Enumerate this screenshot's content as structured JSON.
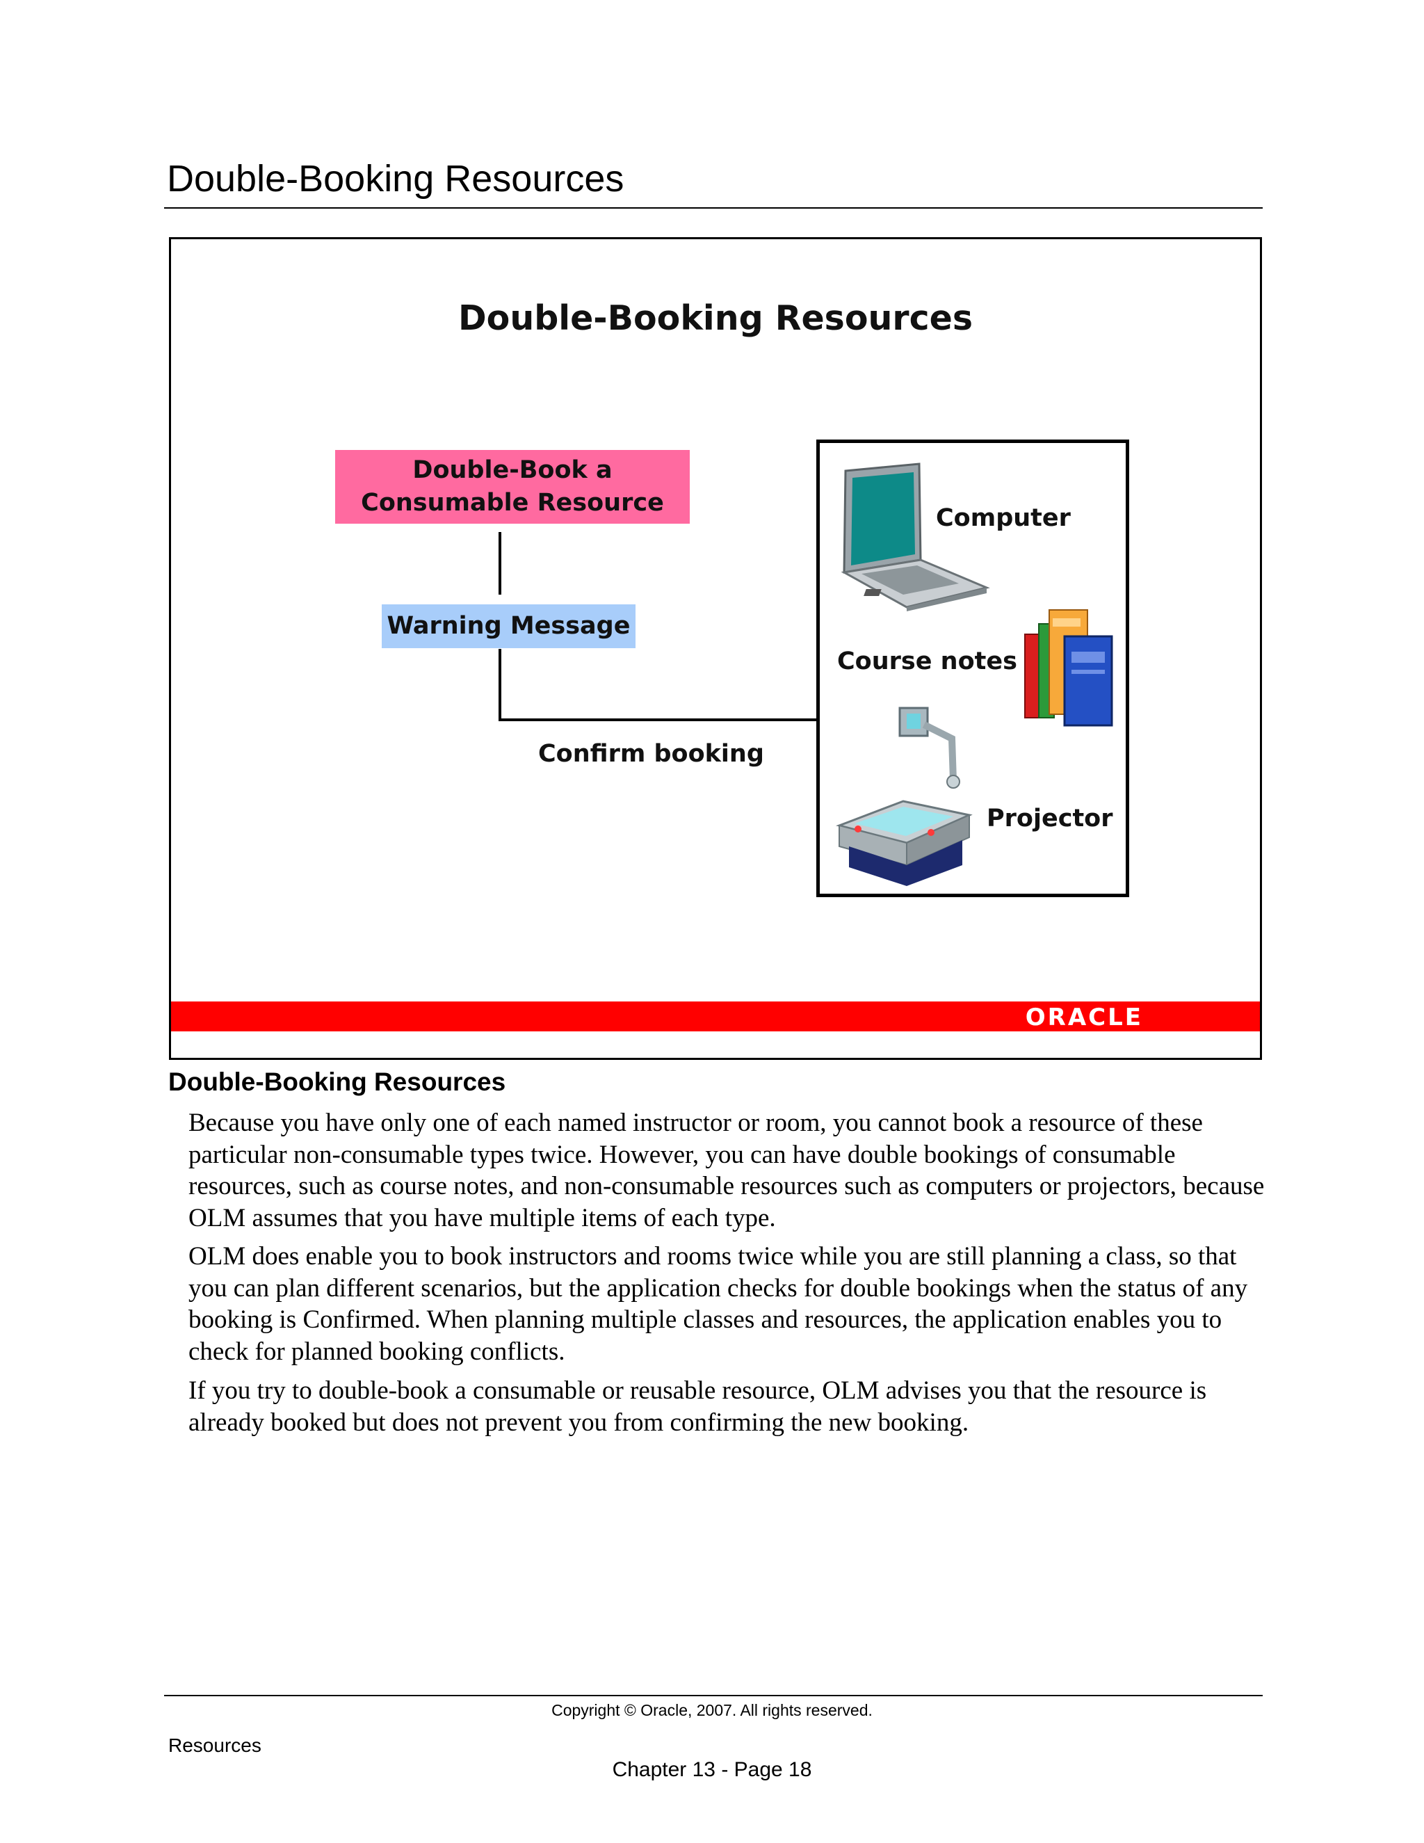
{
  "header": {
    "title": "Double-Booking Resources"
  },
  "slide": {
    "title": "Double-Booking Resources",
    "flow": {
      "start_box": [
        "Double-Book a",
        "Consumable Resource"
      ],
      "warning_box": "Warning Message",
      "confirm_label": "Confirm booking"
    },
    "resources": [
      {
        "label": "Computer",
        "icon": "laptop-icon"
      },
      {
        "label": "Course notes",
        "icon": "books-icon"
      },
      {
        "label": "Projector",
        "icon": "projector-icon"
      }
    ],
    "logo": "ORACLE",
    "colors": {
      "pink_box": "#ff6aa0",
      "blue_box": "#a8cdfa",
      "brand_bar": "#ff0000"
    }
  },
  "notes": {
    "heading": "Double-Booking Resources",
    "paragraphs": [
      "Because you have only one of each named instructor or room, you cannot book a resource of these particular non-consumable types twice. However, you can have double bookings of consumable resources, such as course notes, and non-consumable resources such as computers or projectors, because OLM assumes that you have multiple items of each type.",
      "OLM does enable you to book instructors and rooms twice while you are still planning a class, so that you can plan different scenarios, but the application checks for double bookings when the status of any booking is Confirmed. When planning multiple classes and resources, the application enables you to check for planned booking conflicts.",
      "If you try to double-book a consumable or reusable resource, OLM advises you that the resource is already booked  but does not prevent you from confirming the new booking."
    ]
  },
  "footer": {
    "copyright": "Copyright © Oracle, 2007. All rights reserved.",
    "section": "Resources",
    "page": "Chapter 13 - Page 18"
  }
}
